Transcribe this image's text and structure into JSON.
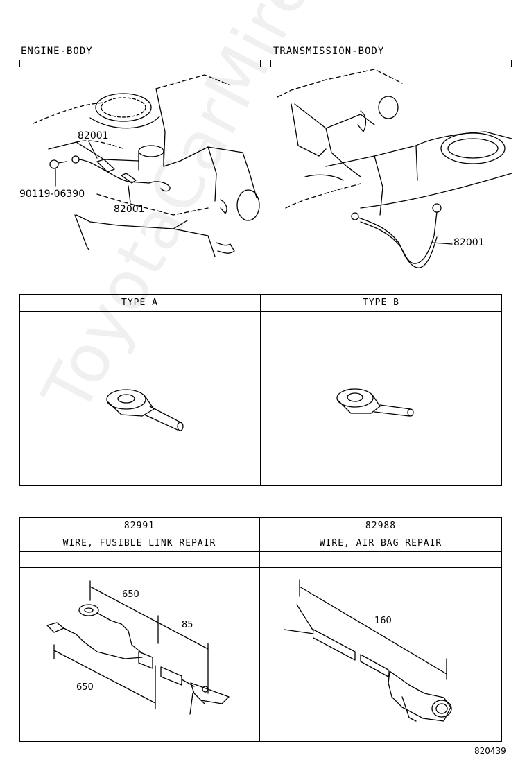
{
  "sections": {
    "engine_body": {
      "title": "ENGINE-BODY",
      "part_top": "82001",
      "part_bottom": "82001",
      "bolt": "90119-06390"
    },
    "transmission_body": {
      "title": "TRANSMISSION-BODY",
      "part": "82001"
    }
  },
  "type_table": {
    "type_a": "TYPE A",
    "type_b": "TYPE B"
  },
  "repair_table": {
    "left": {
      "part": "82991",
      "name": "WIRE, FUSIBLE LINK REPAIR",
      "dim_top": "650",
      "dim_side": "85",
      "dim_bottom": "650"
    },
    "right": {
      "part": "82988",
      "name": "WIRE, AIR BAG REPAIR",
      "dim": "160"
    }
  },
  "figure_id": "820439",
  "watermark": "ToyotaCarMire.ru"
}
